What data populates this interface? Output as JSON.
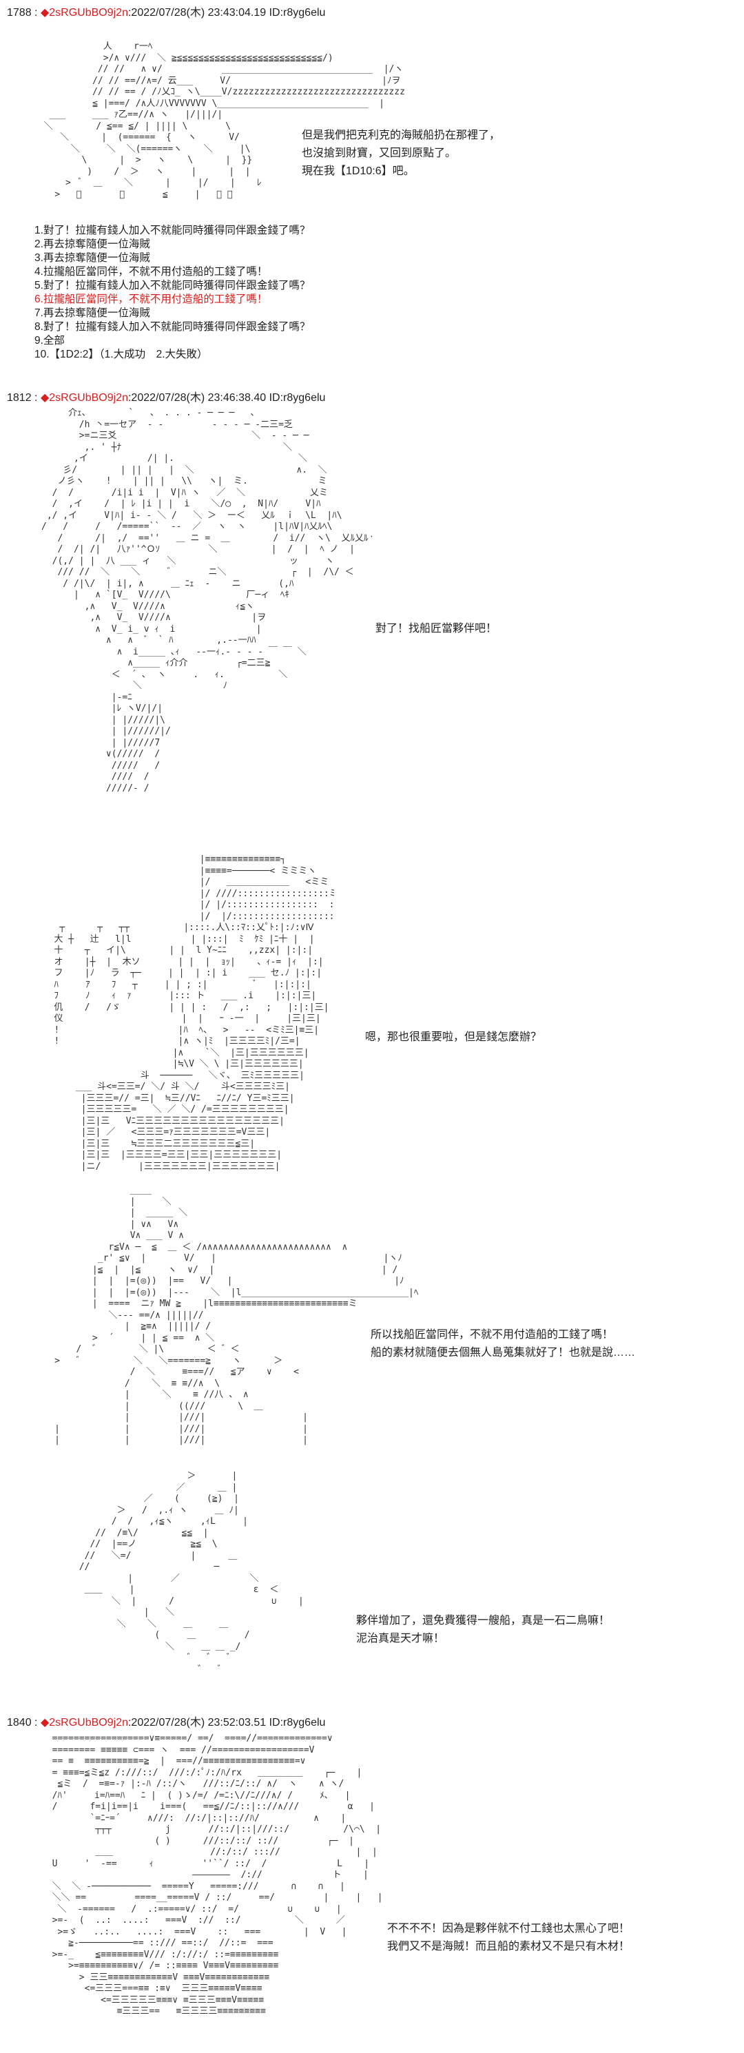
{
  "posts": [
    {
      "number": "1788",
      "separator": ":",
      "diamond": "◆",
      "trip": "2sRGUbBO9j2n",
      "datetime": ":2022/07/28(木) 23:43:04.19",
      "id": "ID:r8yg6elu"
    },
    {
      "number": "1812",
      "separator": ":",
      "diamond": "◆",
      "trip": "2sRGUbBO9j2n",
      "datetime": ":2022/07/28(木) 23:46:38.40",
      "id": "ID:r8yg6elu"
    },
    {
      "number": "1840",
      "separator": ":",
      "diamond": "◆",
      "trip": "2sRGUbBO9j2n",
      "datetime": ":2022/07/28(木) 23:52:03.51",
      "id": "ID:r8yg6elu"
    }
  ],
  "post1": {
    "lines": [
      "但是我們把克利克的海賊船扔在那裡了，",
      "也沒搶到財寶，又回到原點了。",
      "現在我【1D10:6】吧。"
    ],
    "choices": [
      {
        "text": "1.對了！拉攏有錢人加入不就能同時獲得同伴跟金錢了嗎？"
      },
      {
        "text": "2.再去掠奪隨便一位海賊"
      },
      {
        "text": "3.再去掠奪隨便一位海賊"
      },
      {
        "text": "4.拉攏船匠當同伴，不就不用付造船的工錢了嗎！"
      },
      {
        "text": "5.對了！拉攏有錢人加入不就能同時獲得同伴跟金錢了嗎？"
      },
      {
        "text": "6.拉攏船匠當同伴，不就不用付造船的工錢了嗎！"
      },
      {
        "text": "7.再去掠奪隨便一位海賊"
      },
      {
        "text": "8.對了！拉攏有錢人加入不就能同時獲得同伴跟金錢了嗎？"
      },
      {
        "text": "9.全部"
      },
      {
        "text": "10.【1D2:2】（1.大成功　2.大失敗）"
      }
    ],
    "highlight_color": "#d81e1e"
  },
  "post2": {
    "panel1": {
      "lines": [
        "對了！找船匠當夥伴吧！"
      ]
    },
    "panel2": {
      "lines": [
        "嗯，那也很重要啦，但是錢怎麼辦？"
      ]
    },
    "panel3": {
      "lines": [
        "所以找船匠當同伴，不就不用付造船的工錢了嗎！",
        "船的素材就隨便去個無人島蒐集就好了！也就是說……"
      ]
    },
    "panel4": {
      "lines": [
        "夥伴增加了，還免費獲得一艘船，真是一石二鳥嘛！",
        "泥治真是天才嘛！"
      ]
    }
  },
  "post3": {
    "lines": [
      "不不不不！因為是夥伴就不付工錢也太黑心了吧！",
      "我們又不是海賊！而且船的素材又不是只有木材！"
    ]
  },
  "ascii": {
    "aa1": "             人    r一ﾍ\n             >/∧ ∨///  ＼ ≧≦≦≦≦≦≦≦≦≦≦≦≦≦≦≦≦≦≦≦≦≦≦≦≦≦≦≦/)\n            // //   ∧ ∨/           ____________________________  |/ヽ\n           // // ==//∧=/ 云___     V/                            |ﾉヲ\n           // // == / /ﾉ乂ｺ_ ヽ\\____V/zzzzzzzzzzzzzzzzzzzzzzzzzzzzzzzzzﾗ≦\n           ≦ |===/ /∧人ﾉ八VVVVVVV \\____________________________  |\n   ___     ___ ｧ乙==//∧ ヽ   |/|||/|\n  ＼        / ≦== ≦/ | |||| \\       \\\n     ＼      |  (======  {   ヽ      V/\n       ＼     ＼  ＼(======ヽ    ＼     |\\\n         \\      |  >   ヽ    \\      |  }}\n          )    /  ＞   ヽ     |      |  |\n      >  ﾞ  ＿    ＼      |     |/    |    ﾚ\n    >   ﾞ       ＜       ≦     |   ／ ＼",
    "aa2": "     介ｪ、       `   、 . . . ‐ ─ ─ ─   ､\n       /h 丶=一セア  ‐ ‐         ‐ ‐ ‐ ─ ‐二三=乏\n       >=ニ三爻                         ＼  ‐ ‐ ─ ─\n        ,. ' ┼ﾅ                              ＼\n      ,イ           /| |.                       ＼\n    彡/        | || |   |  ＼                   ∧.  ＼\n   ノ彡ヽ    !    | || |   \\\\   ヽ|  ミ.             ミ\n  /  /       /i|i i  |  V|ﾊ ヽ   ／  ＼            乂ミ\n  /  ,イ    /  | ﾚ |i | |  i    ＼/◯  ,  N|ﾊ/     V|ﾊ\n ,/ ,イ     V|ﾊ| i‐ - ＼ /   ＼ ＞  ー＜   乂ﾙ  ｉ  \\L  |ﾊ\\\n/   /     /   /=====``  --  ／   ヽ  ヽ     |l|ﾊV|ﾊ乂ﾙﾍ\\\n   /      /|  ,/  ==''   ＿ ニ =  ＿        /  i//  ヽ\\  乂ﾙ乂ﾙヽ\\\n   /  /| /|   八ｧ''^Ｏｿ         ＼          |  /  |  ﾍ ノ  |\n  /(,/ | |  八 ___ ィ   ＼                     ッ     ヽ\n   /// //  ＼    ＼     ゛      ニ＼            ┌  |  /\\/ ＜\n    / /|\\/  | i|, ∧     ＿ ﾆｪ  -    ニ       (,ﾊ\n      |   ∧ `[V_  V////\\              厂─ィ  ﾍｷ\n        ,∧   V_  V////∧             ｨ≦ヽ\n         ,∧   V_  V////∧               |ヲ\n          ∧  V_ i_ v ｨ  i               |\n            ∧   ∧  ゛ ` ﾊ        ,.-‐一ﾊﾊ\n              ∧  i_____ ､ｨ   -‐一ｨ.- ‐ ‐ ‐ ￣ ￣ ＼\n                ∧_____ ｨ介介         ┌=二三≧\n             ＜  ´ ､  ヽ     .   ｨ.          ＼\n                 ＼               ﾉ\n             |‐=ﾆ\n             |ﾚ ヽV/|/|\n             | |/////|\\\n             | |//////|/\n             | |/////7\n            ∨(/////  /\n             /////   /\n             ////  /\n            /////‐ /",
    "aa3": "                              |≡≡≡≡≡≡≡≡≡≡≡≡≡≡┐\n                              |≡≡≡≡=───────< ミミミヽ\n                              |/   ＿＿＿＿＿＿＿   <ミミ\n                              |/ ////:::::::::::::::::ミミ\n                              |/ |/:::::::::::::::::  ::ミミﾐ\n                              |/  |/:::::::::::::::::::∨ Ⅳ\n    ┬      ┬   ┬┬          |::::.人\\::ﾏ::乂ﾟﾄ:|:ﾉ:∨Ⅳ\n   大 ┼   辻   l|l           | |:::|  ﾐ  ｹﾐ |ﾆ十 |  |\n   十    ┬   イ|\\        | |  l Y~ﾆﾆ    ,,zzx| |:|:|\n   オ    |┼  |  木ソ       | |  |  ｮｯ|    、ｨ-= |ｨ  |:|\n   フ    |ﾉ   ラ  ┬─     | |  | :| i    ___ セ.ﾉ |:|:|\n   ﾊ     ｱ    ﾌ   ┬     | | ; :|         ﾞ   |:|:|:|\n   ﾌ     ﾉ    ｨ  ｧ       |::: ト   ___ .i    |:|:|三|\n   仉    /   /ゞ         | | | :   /  ,:   ;   |:|:|三|\n   仪                      |  |   ｰ ‐一  |     |三|三|\n   !                      |ﾊ  ﾍ、  >   --  <ミﾐ三|≡三|\n   !                      |∧ ヽ|ﾐ  |三三三三ﾐ|/三=|\n                         |∧    `＼  |三|三三三三三三|\n                         |≒\\V ＼ \\ |三|三三三三三三|\n                   斗  ──────   ＼ヾ、 三ﾐ三三三三三|\n       ___ 斗<=三三=/ ＼/ 斗 ＼/    斗<三三三三ﾐ三|\n        |三三三=// =三|  ≒三//Vﾆ   ﾆ//ﾆ/ Y三=ﾐ三三|\n        |三三三三三=   ＼ ／ ＼/ /=三三三三三三三三|\n        |三|三   Vﾆ三三三三三三三三三三三三三三三三|\n        |三| ／   <三三三=ｧ三三三三三三三=V三三|\n        |三|三    ≒三三三二三三三三三三三≦三|\n        |三|三  |三三三三=三三|三三|三三三三三三三|\n        |ニ/       |三三三三三三三|三三三三三三三|",
    "aa4": "                   ____\n                   |     ＼\n                   |  _____ ＼\n                   | ∨∧   V∧\n                   V∧ ___ V ∧\n               r≦V∧ ─  ≦  ＿ ＜ /∧∧∧∧∧∧∧∧∧∧∧∧∧∧∧∧∧∧∧∧∧∧∧∧  ∧\n             _r' ≦∨  |       V/   |                               |ヽﾉ\n            |≦  |  |≦     ヽ  ∨/  |                               | /\n            |  |  |=(◎))  |==   V/   |                              |ﾉ\n            |  |  |=(◎))  |---    ＼  |l_______________________________|ﾍ\n            |  ====  ニｧ MW ≧    |l≡≡≡≡≡≡≡≡≡≡≡≡≡≡≡≡≡≡≡≡≡≡≡≡≡ミ\n               ＼--- ==/∧ |||||//\n                  |  ≧≡∧  |||||/ /\n            >  ´     | | ≦ ==  ∧ ＼\n         /  ゛       ＼ |\\        ＜ ゛＜\n     >   ゛         ＼   ＼=======≧    ヽ      ＞\n                   /  ＼     ≡===//   ≦ア    ∨    <\n                  /    ＼  ≡ ≡//∧  \\\n                  |      ＼    ≡ //八 、 ∧\n                  |         ((///      \\  ＿\n                  |         |///|                  |\n     |            |         |///|                  |\n     |            |         |///|                  |",
    "aa5": "                           ＞    ￣ |\n                         ／      ＿ |\n                   ／    (     (≧)  |\n              ＞   /  ,.ｨ ヽ     ＿ ﾉ|\n             /  /   ,ｨ≦ヽ     ,ｨL     |\n          //  /≡\\/        ≦≦  |\n         //  |==ノ          ≧≦  \\\n        //   ＼=/           |      ＿\n       //                       ─\n                |       ／             ＼\n        ＿＿     |                      ε  ＜\n             ＼  |      /                  ∪    |\n                   |   ＼\n              ＼    ＼     ＿     ＿\n                     (     ＿         /\n                       ＼     ＿ ＿ _/\n                           ゛  ゛  ゛\n                             ゛  ゛",
    "aa6": "  ==================∨≡=====/ ==/  ====//=============∨\n  ======== ≡≡≡≡≡ ⊂=== ヽ  === //==================V\n  == ≡  ≡≡≡≡≡≡≡≡≡≡=≧  |  ===//≡≡≡≡≡≡≡≡≡≡≡≡≡≡≡≡≡=∨\n  = ≡≡≡=≦ミ≦z /:///::/  ///:/:ﾟﾉ:/ﾊ/rx   ＿＿＿＿＿    ┌─    |\n   ≦ミ  /  =≡=-ｧ |:-ﾊ /::/ヽ   ///::/ﾆ/::/ ∧/  ヽ    ∧ ヽ/\n  /ﾊ'     i=ﾊ==ﾊ   ﾆ |  ( )ゝ/=/ /=ﾆ:\\//ﾆ///∧/ /     ﾒ､   |\n  /      f=i|i==|i    i===(   ==≦//ﾆ/::|:://∧///         α   |\n         `=ﾆｰ=´     ∧///:  //:/|::|:://ﾊ/          ∧    |\n          ┬┬┬          j       //::/|::|///::/          /\\⌒\\  |\n                     ( )      ///::/::/ :://         ┌─  |\n          ＿＿                  //:/::/ ::://              |  |\n  U     '  -==      ｨ         ''``/ ::/  /             L    |\n                            ―――――――  /://             ト    |\n  ＼  ＼ -───────────  =====Y   =====:///      ∩    ∩   |\n  ＼＼ ==         ====__=====V / ::/     ==/         |     |   |\n   ＼  -======   /  .:=====∨/ ::/  =/         ∪    ∪   |\n  >=-  (  ..:  ....:   ===V  ://  ::/          ＼      ／\n   >=ゞ   ..:..   ....:  ===V    ::   ===        |  V   |\n     ≧-──────────== ::/// ==::/  //::=  ===\n  >=-_    ≦≡≡≡≡≡≡≡≡V/// :/://:/ ::=≡≡≡≡≡≡≡≡≡\n     >=≡≡≡≡≡≡≡≡≡≡∨/ /= ::≡≡≡≡ V≡≡≡V≡≡≡≡≡≡≡≡≡\n       > 三三≡≡≡≡≡≡≡≡≡≡≡≡V ≡≡≡V≡≡≡≡≡≡≡≡≡≡≡≡\n        <=三三三===≡≡ :≡∨  三三三≡≡≡≡≡V≡≡≡≡\n           <=三三三三三≡≡≡∨ ≡三三三≡≡≡V≡≡≡≡≡\n              ≡三三三==   ≡三三三三≡≡≡≡≡≡≡≡≡"
  }
}
